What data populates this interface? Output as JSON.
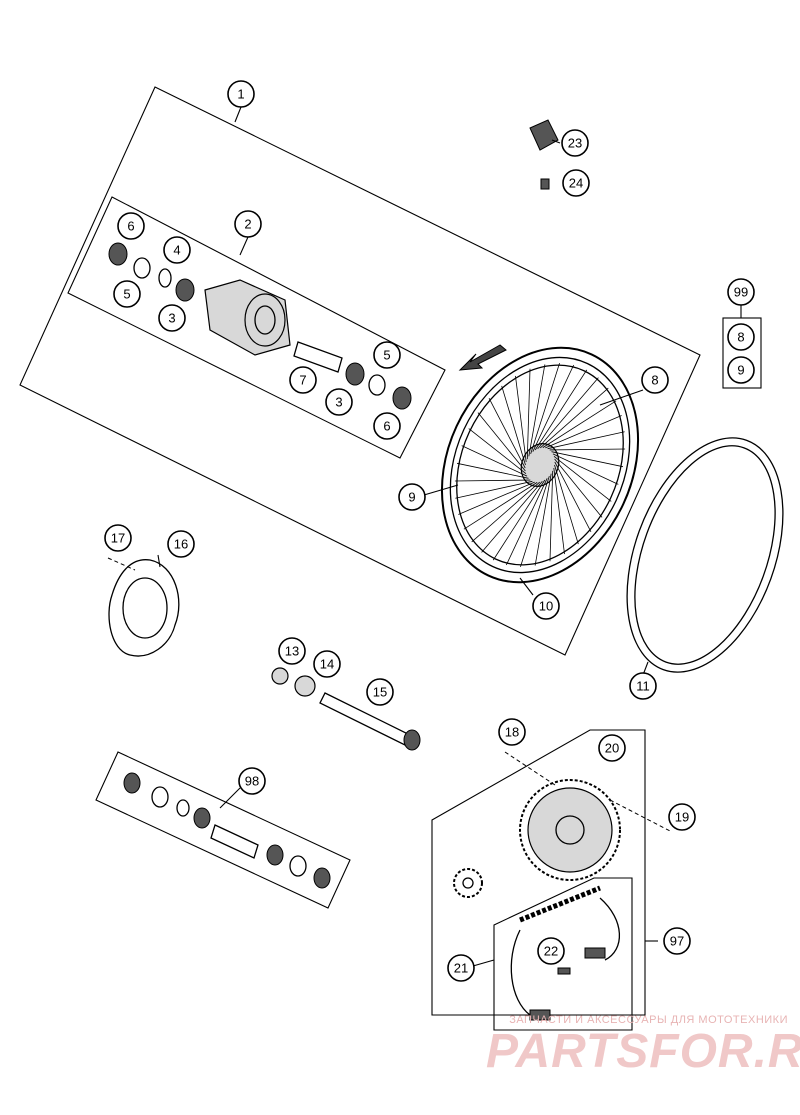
{
  "diagram": {
    "callouts": [
      {
        "id": "c1",
        "label": "1"
      },
      {
        "id": "c2",
        "label": "2"
      },
      {
        "id": "c3a",
        "label": "3"
      },
      {
        "id": "c3b",
        "label": "3"
      },
      {
        "id": "c4",
        "label": "4"
      },
      {
        "id": "c5a",
        "label": "5"
      },
      {
        "id": "c5b",
        "label": "5"
      },
      {
        "id": "c6a",
        "label": "6"
      },
      {
        "id": "c6b",
        "label": "6"
      },
      {
        "id": "c7",
        "label": "7"
      },
      {
        "id": "c8a",
        "label": "8"
      },
      {
        "id": "c8b",
        "label": "8"
      },
      {
        "id": "c9a",
        "label": "9"
      },
      {
        "id": "c9b",
        "label": "9"
      },
      {
        "id": "c10",
        "label": "10"
      },
      {
        "id": "c11",
        "label": "11"
      },
      {
        "id": "c13",
        "label": "13"
      },
      {
        "id": "c14",
        "label": "14"
      },
      {
        "id": "c15",
        "label": "15"
      },
      {
        "id": "c16",
        "label": "16"
      },
      {
        "id": "c17",
        "label": "17"
      },
      {
        "id": "c18",
        "label": "18"
      },
      {
        "id": "c19",
        "label": "19"
      },
      {
        "id": "c20",
        "label": "20"
      },
      {
        "id": "c21",
        "label": "21"
      },
      {
        "id": "c22",
        "label": "22"
      },
      {
        "id": "c23",
        "label": "23"
      },
      {
        "id": "c24",
        "label": "24"
      },
      {
        "id": "c97",
        "label": "97"
      },
      {
        "id": "c98",
        "label": "98"
      },
      {
        "id": "c99",
        "label": "99"
      }
    ]
  },
  "watermark": {
    "tagline": "ЗАПЧАСТИ И АКСЕССУАРЫ ДЛЯ МОТОТЕХНИКИ",
    "brand": "PARTSFOR.RU",
    "color": "#f0c8c8"
  }
}
